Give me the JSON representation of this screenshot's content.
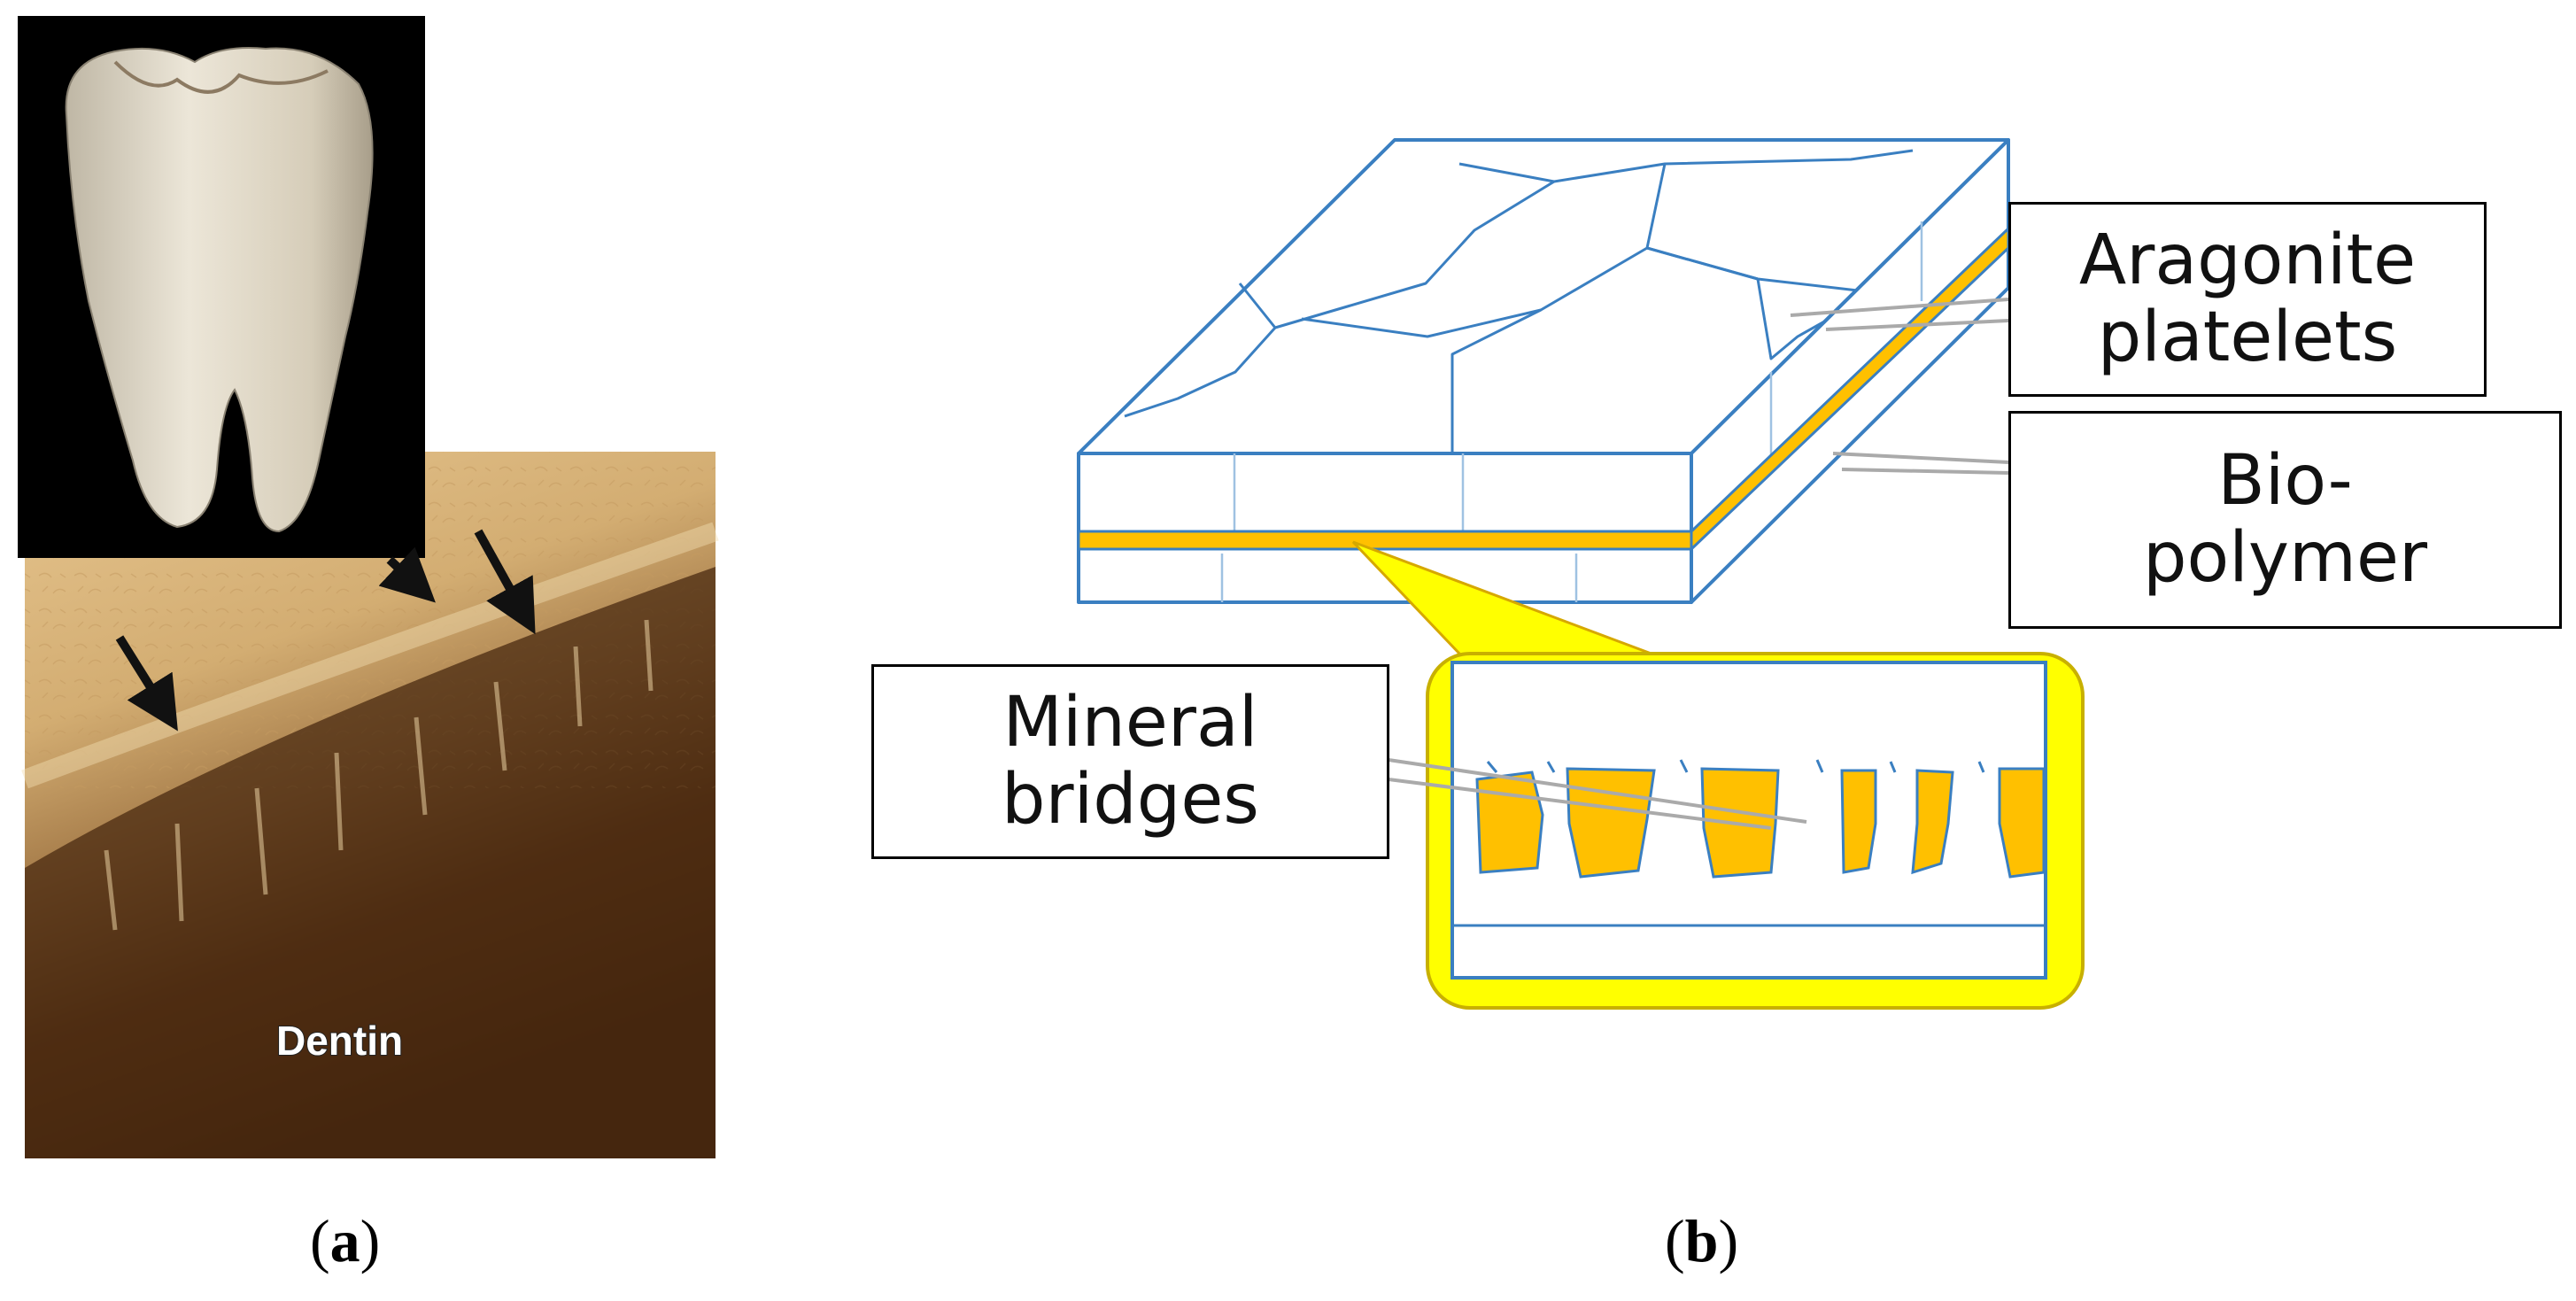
{
  "panel_a": {
    "caption_open": "(",
    "caption_letter": "a",
    "caption_close": ")",
    "tissue_label": "Dentin"
  },
  "panel_b": {
    "caption_open": "(",
    "caption_letter": "b",
    "caption_close": ")",
    "labels": {
      "aragonite": [
        "Aragonite",
        "platelets"
      ],
      "biopolymer": [
        "Bio-",
        "polymer"
      ],
      "bridges": [
        "Mineral",
        "bridges"
      ]
    }
  },
  "colors": {
    "outline_blue": "#3a7fc1",
    "biopolymer_orange": "#ffc000",
    "callout_yellow": "#ffff00",
    "tooth_background": "#000000",
    "dentin_dark": "#3a1e08",
    "enamel_tan": "#d8b47a"
  }
}
